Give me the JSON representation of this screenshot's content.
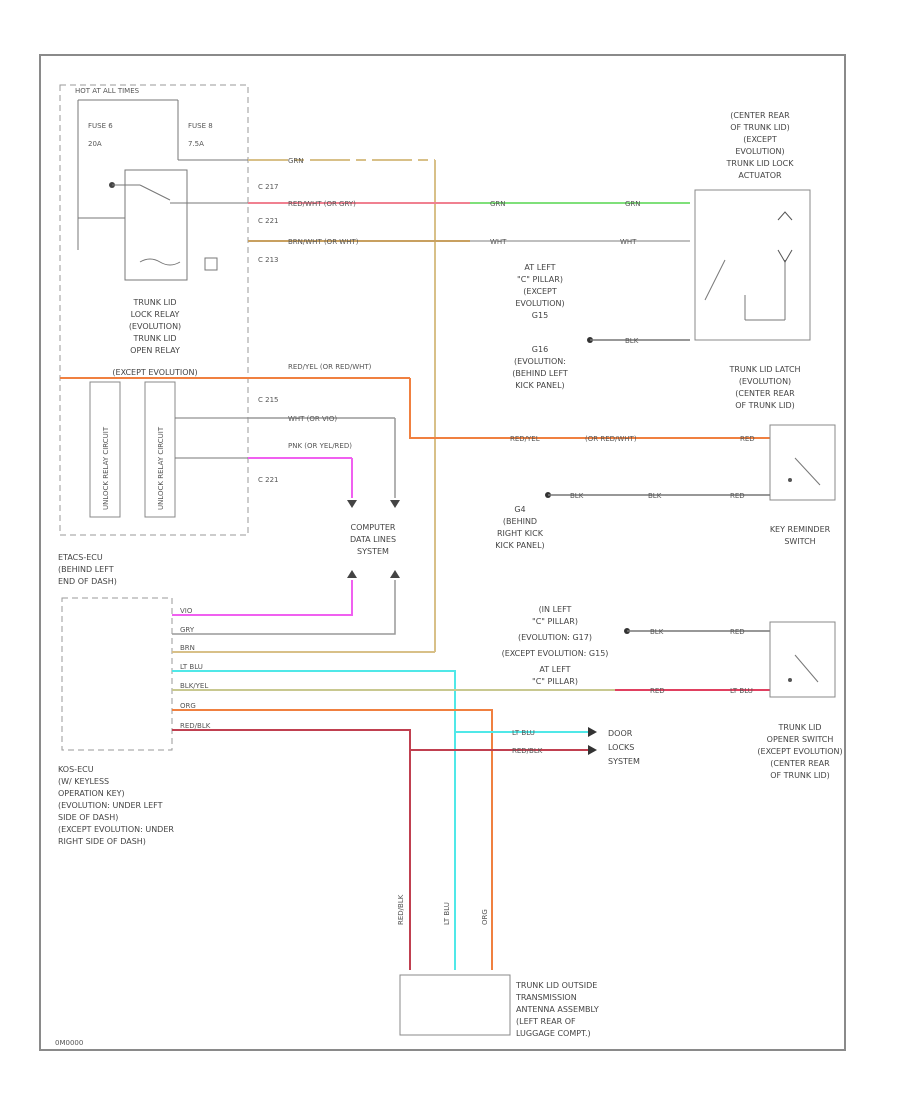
{
  "diagram_code": "0M0000",
  "hot_label": "HOT AT ALL TIMES",
  "fuses": [
    {
      "name": "FUSE 6",
      "rating": "20A"
    },
    {
      "name": "FUSE 8",
      "rating": "7.5A"
    }
  ],
  "connectors": [
    "C 217",
    "C 221",
    "C 213",
    "C 215",
    "C 221"
  ],
  "relay_label": [
    "TRUNK LID",
    "LOCK RELAY",
    "(EVOLUTION)",
    "TRUNK LID",
    "OPEN RELAY",
    "(EXCEPT EVOLUTION)"
  ],
  "module_vlabels": [
    "UNLOCK RELAY CIRCUIT",
    "UNLOCK RELAY CIRCUIT"
  ],
  "etacs_label": [
    "ETACS-ECU",
    "(BEHIND LEFT",
    "END OF DASH)"
  ],
  "keo_label": [
    "KOS-ECU",
    "(W/ KEYLESS",
    "OPERATION KEY)",
    "(EVOLUTION: UNDER LEFT",
    "SIDE OF DASH)",
    "(EXCEPT EVOLUTION: UNDER",
    "RIGHT SIDE OF DASH)"
  ],
  "computer_label": [
    "COMPUTER",
    "DATA LINES",
    "SYSTEM"
  ],
  "actuator_label": [
    "(CENTER REAR",
    "OF TRUNK LID)",
    "(EXCEPT",
    "EVOLUTION)",
    "TRUNK LID LOCK",
    "ACTUATOR"
  ],
  "ground_label_1": [
    "AT LEFT",
    "\"C\" PILLAR)",
    "(EXCEPT",
    "EVOLUTION)",
    "G15",
    "G16",
    "(EVOLUTION:",
    "(BEHIND LEFT",
    "KICK PANEL)"
  ],
  "latch_label": [
    "TRUNK LID LATCH",
    "(EVOLUTION)",
    "(CENTER REAR",
    "OF TRUNK LID)"
  ],
  "g4_label": [
    "G4",
    "(BEHIND",
    "RIGHT KICK",
    "KICK PANEL)"
  ],
  "key_reminder_label": [
    "KEY REMINDER",
    "SWITCH"
  ],
  "g_pillar_label": [
    "(IN LEFT",
    "\"C\" PILLAR)",
    "(EVOLUTION: G17)",
    "(EXCEPT EVOLUTION: G15)",
    "AT LEFT",
    "\"C\" PILLAR)"
  ],
  "opener_label": [
    "TRUNK LID",
    "OPENER SWITCH",
    "(EXCEPT EVOLUTION)",
    "(CENTER REAR",
    "OF TRUNK LID)"
  ],
  "door_locks_label": [
    "DOOR",
    "LOCKS",
    "SYSTEM"
  ],
  "antenna_label": [
    "TRUNK LID OUTSIDE",
    "TRANSMISSION",
    "ANTENNA ASSEMBLY",
    "(LEFT REAR OF",
    "LUGGAGE COMPT.)"
  ],
  "wires": [
    {
      "text": "GRN",
      "id": "w_grn"
    },
    {
      "text": "RED/WHT (OR GRY)",
      "id": "w_redwht"
    },
    {
      "text": "BRN/WHT (OR WHT)",
      "id": "w_brnwht"
    },
    {
      "text": "RED/YEL (OR RED/WHT)",
      "id": "w_redyel"
    },
    {
      "text": "WHT (OR VIO)",
      "id": "w_wht"
    },
    {
      "text": "PNK (OR YEL/RED)",
      "id": "w_pnk"
    }
  ],
  "ecu_pins": [
    "VIO",
    "GRY",
    "BRN",
    "LT BLU",
    "BLK/YEL",
    "ORG",
    "RED/BLK"
  ],
  "right_wires": [
    "GRN",
    "GRN",
    "WHT",
    "WHT",
    "BLK",
    "RED/YEL",
    "(OR RED/WHT)",
    "RED",
    "BLK",
    "BLK",
    "RED",
    "BLK",
    "RED",
    "RED",
    "LT BLU",
    "RED/BLK"
  ],
  "antenna_wires": [
    "RED/BLK",
    "LT BLU",
    "ORG"
  ],
  "colors": {
    "frame": "#8a8a8a",
    "grn": "#7fe07a",
    "redwht": "#f08090",
    "brnwht": "#c8a060",
    "tan": "#d8c088",
    "orange": "#f08040",
    "pink": "#f060f0",
    "cyan": "#50e8e8",
    "olive": "#c8c890",
    "red": "#e04060",
    "maroon": "#c04050",
    "gray": "#777777"
  }
}
